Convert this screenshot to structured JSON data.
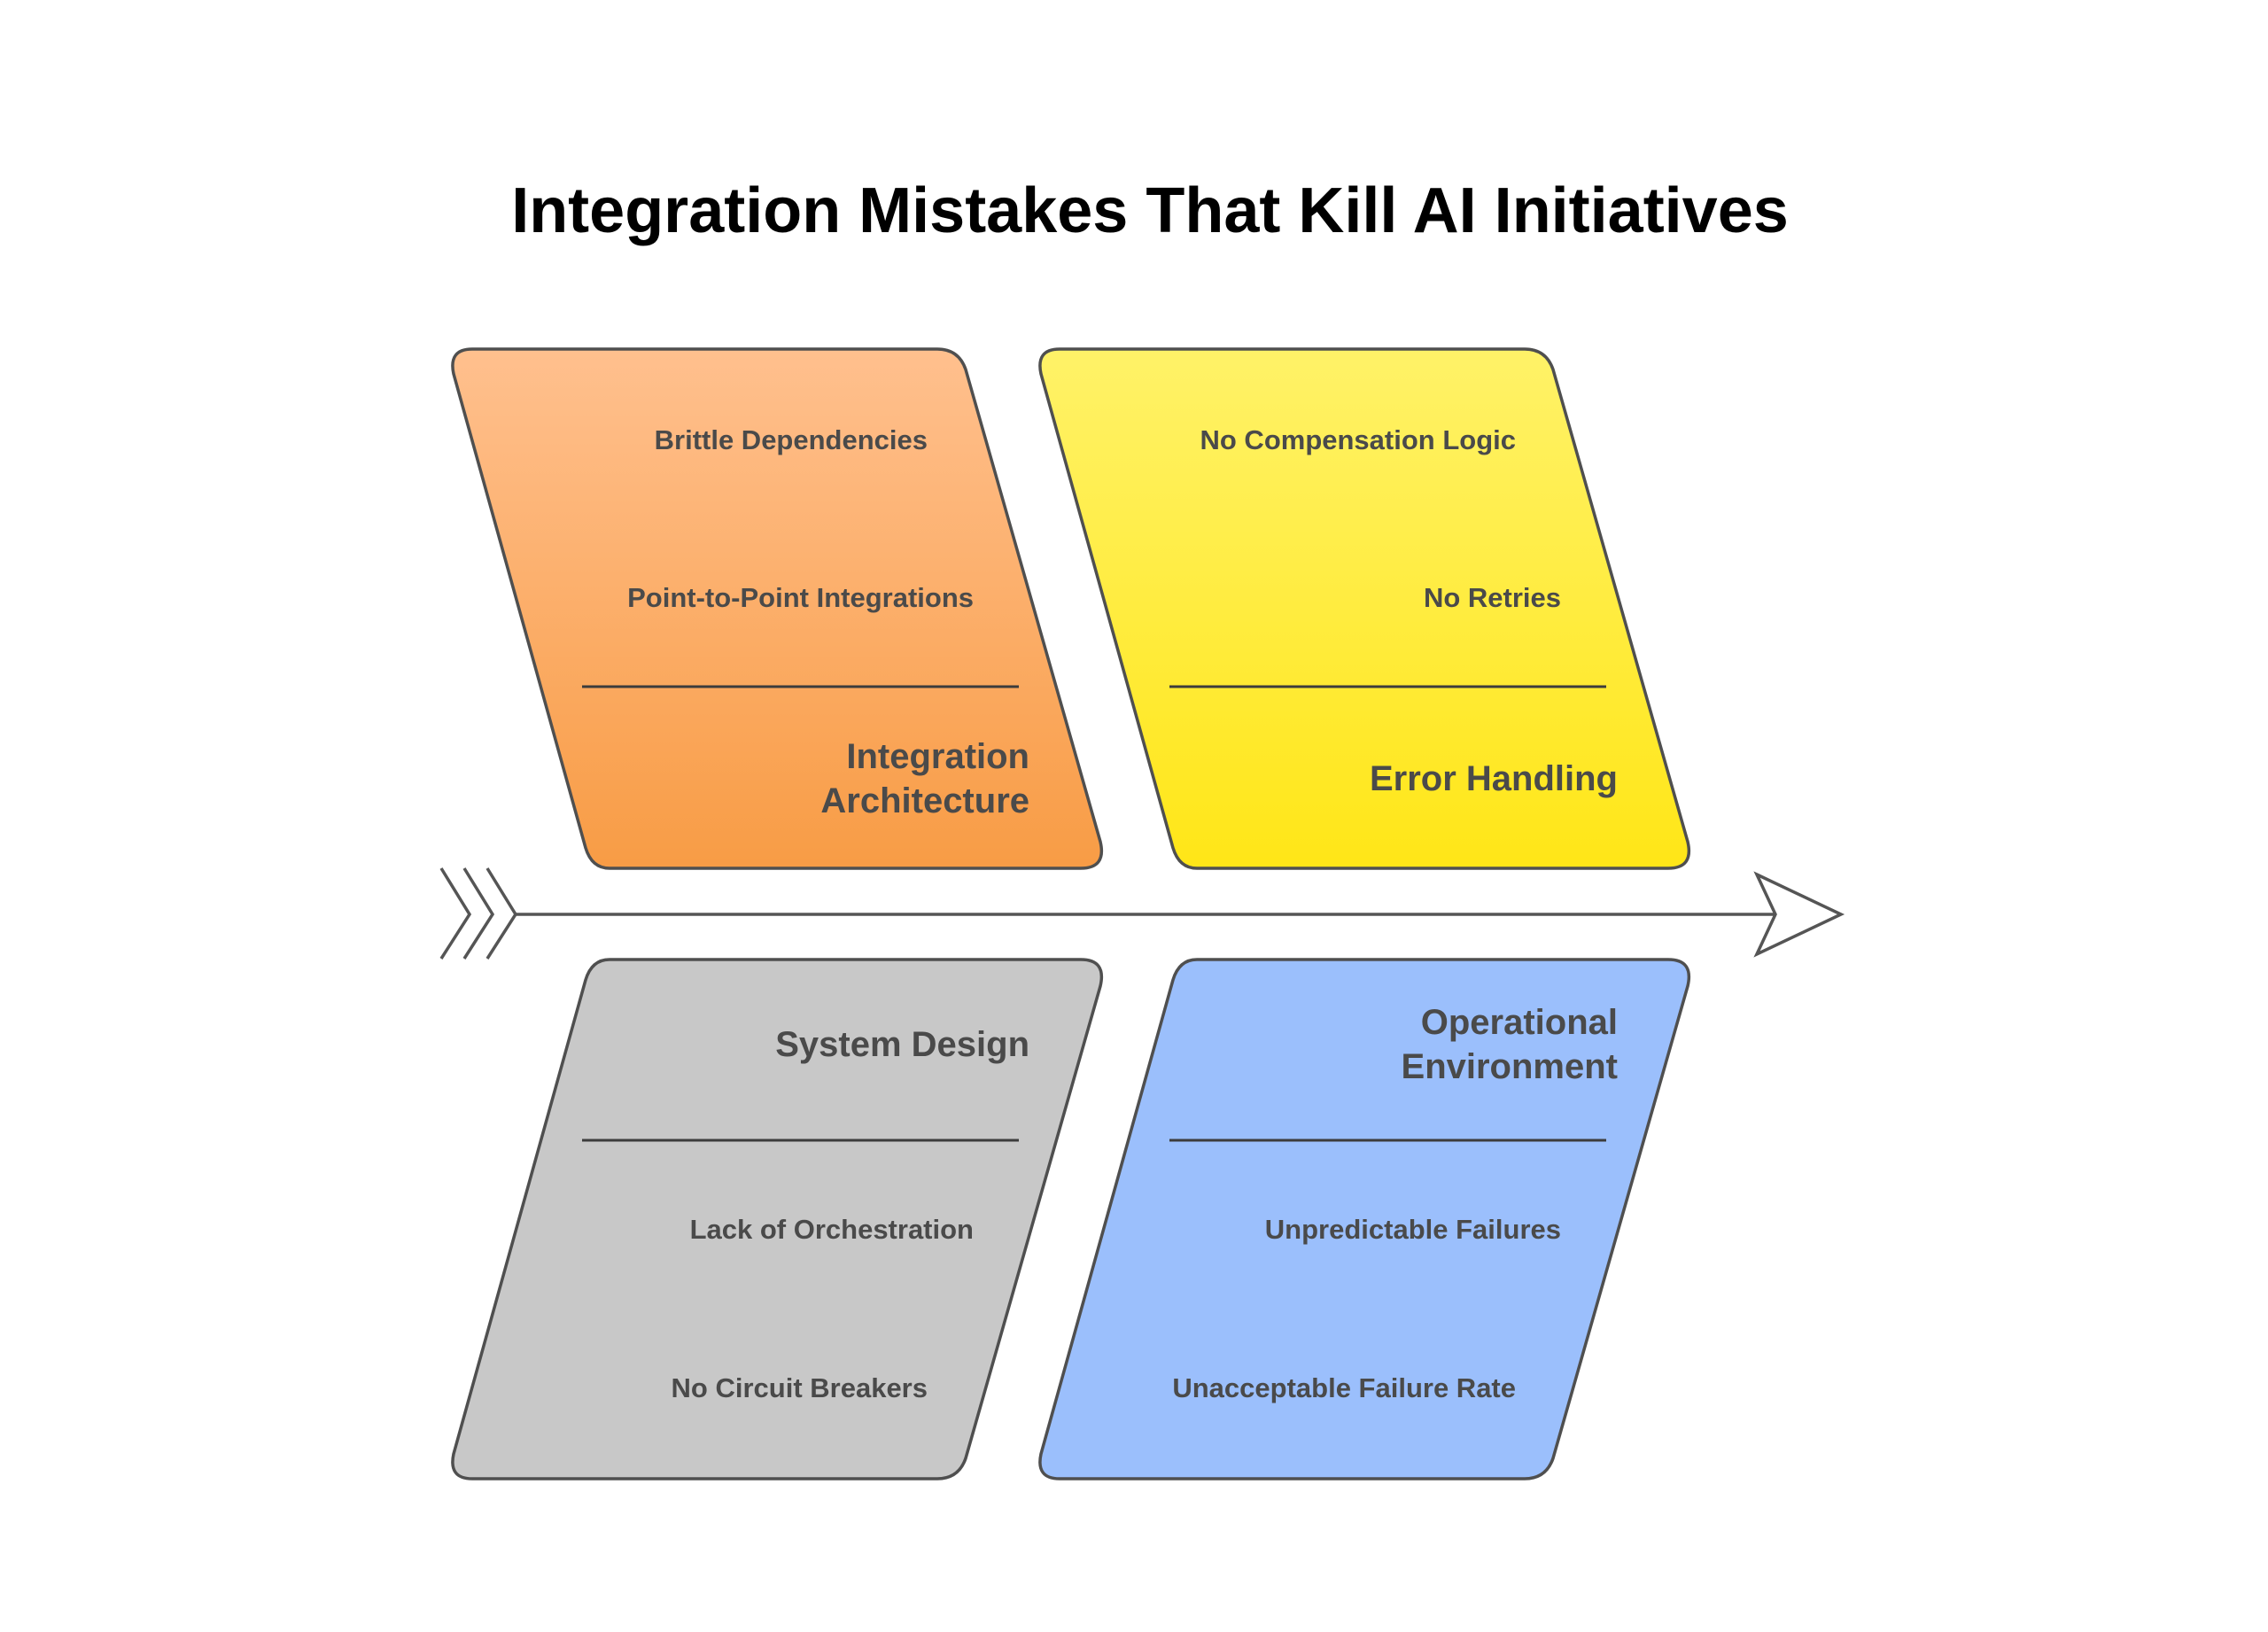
{
  "title": "Integration Mistakes That Kill AI Initiatives",
  "colors": {
    "orange_top": "#FFC08E",
    "orange_bottom": "#F89C45",
    "yellow_top": "#FFF268",
    "yellow_bottom": "#FFE617",
    "gray": "#C8C8C8",
    "blue": "#9BBFFC",
    "outline": "#4F4F4F",
    "text": "#4A4A4A"
  },
  "categories": [
    {
      "id": "integration-architecture",
      "label_lines": [
        "Integration",
        "Architecture"
      ],
      "causes": [
        "Brittle Dependencies",
        "Point-to-Point Integrations"
      ]
    },
    {
      "id": "error-handling",
      "label_lines": [
        "Error Handling"
      ],
      "causes": [
        "No Compensation Logic",
        "No Retries"
      ]
    },
    {
      "id": "system-design",
      "label_lines": [
        "System Design"
      ],
      "causes": [
        "Lack of Orchestration",
        "No Circuit Breakers"
      ]
    },
    {
      "id": "operational-environment",
      "label_lines": [
        "Operational",
        "Environment"
      ],
      "causes": [
        "Unpredictable Failures",
        "Unacceptable Failure Rate"
      ]
    }
  ]
}
